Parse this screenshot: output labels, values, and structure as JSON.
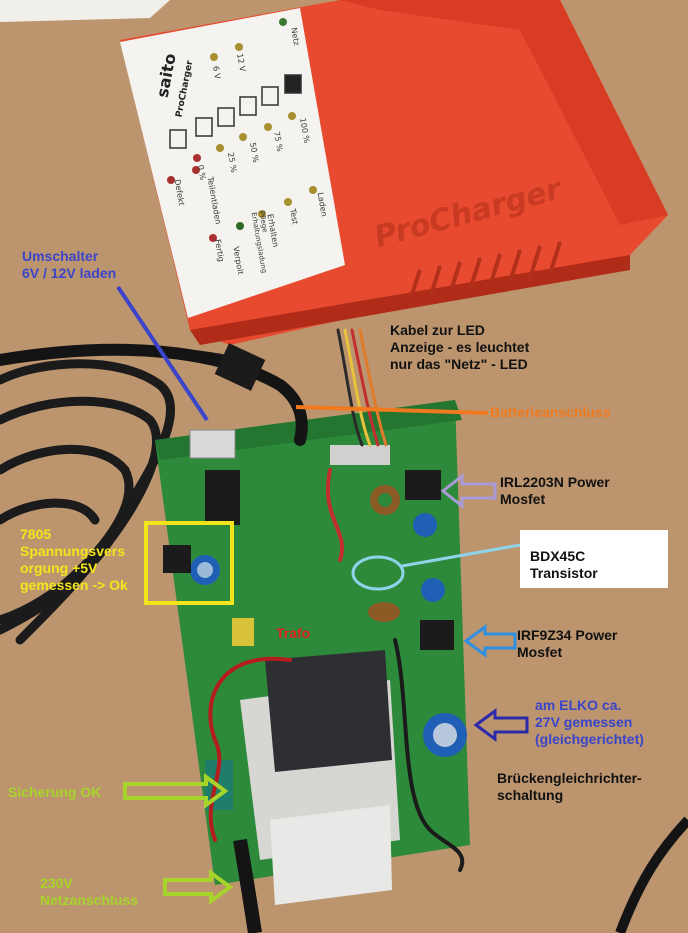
{
  "annotations": {
    "umschalter": "Umschalter\n6V / 12V laden",
    "kabel_led": "Kabel zur LED\nAnzeige - es leuchtet\nnur das \"Netz\" - LED",
    "batterieanschluss": "Batterieanschluss",
    "irl2203n": "IRL2203N Power\nMosfet",
    "spannungsversorgung": "7805\nSpannungsvers\norgung +5V\ngemessen -> Ok",
    "bdx45c": "BDX45C\nTransistor",
    "trafo": "Trafo",
    "irf9z34": "IRF9Z34 Power\nMosfet",
    "elko": "am ELKO ca.\n27V gemessen\n(gleichgerichtet)",
    "brueckengleichrichter": "Brückengleichrichter-\nschaltung",
    "sicherung": "Sicherung OK",
    "netzanschluss": "230V\nNetzanschluss"
  },
  "device": {
    "brand": "saito",
    "model": "ProCharger",
    "housing_label": "ProCharger",
    "leds": {
      "netz": "Netz",
      "v6": "6 V",
      "v12": "12 V",
      "p100": "100 %",
      "p75": "75 %",
      "p50": "50 %",
      "p25": "25 %",
      "p0": "0 %",
      "laden": "Laden",
      "test": "Test",
      "erhalten": "Erhalten",
      "pflege": "Pflege\nErhaltungsladung",
      "fertig": "Fertig",
      "teilentladen": "Teilentladen",
      "defekt": "Defekt",
      "verpolt": "Verpolt"
    }
  },
  "colors": {
    "yellow_box": "#f2e51c",
    "blue": "#3a45c9",
    "orange": "#f07a1f",
    "lavender": "#a89bd8",
    "cyan": "#8fd3e8",
    "azure": "#2f8fe0",
    "navy": "#2a2aa8",
    "lime": "#a7d42a",
    "red": "#e02020",
    "pcb_green": "#2f8a3c",
    "housing_red": "#e8452b"
  }
}
